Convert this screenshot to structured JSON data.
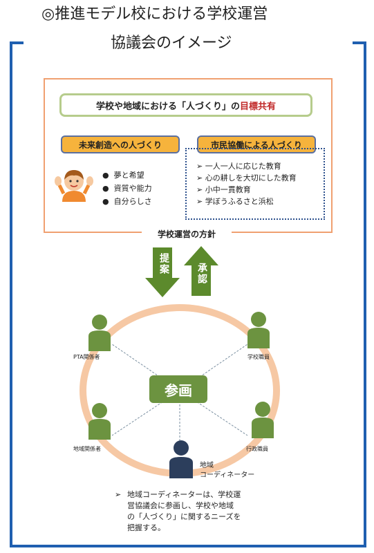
{
  "title": {
    "line1": "◎推進モデル校における学校運営",
    "line2": "協議会のイメージ"
  },
  "shared_goal": {
    "main": "学校や地域における「人づくり」の",
    "accent": "目標共有"
  },
  "left_panel": {
    "heading": "未来創造への人づくり",
    "bullets": [
      "夢と希望",
      "資質や能力",
      "自分らしさ"
    ]
  },
  "right_panel": {
    "heading": "市民協働による人づくり",
    "items": [
      "一人一人に応じた教育",
      "心の耕しを大切にした教育",
      "小中一貫教育",
      "学ぼうふるさと浜松"
    ]
  },
  "policy_label": "学校運営の方針",
  "arrows": {
    "down_label": "提案",
    "up_label": "承認"
  },
  "circle": {
    "center_label": "参画",
    "roles": {
      "pta": "PTA関係者",
      "staff": "学校職員",
      "local": "地域関係者",
      "admin": "行政職員",
      "coordinator_line1": "地域",
      "coordinator_line2": "コーディネーター"
    }
  },
  "note": {
    "bullet": "➢",
    "lines": [
      "地域コーディネーターは、学校運",
      "営協議会に参画し、学校や地域",
      "の「人づくり」に関するニーズを",
      "把握する。"
    ]
  },
  "colors": {
    "frame_blue": "#1f5fb0",
    "upper_border": "#f0a070",
    "goal_border": "#b6cc8c",
    "pill_fill": "#f6b33c",
    "arrow_green": "#5c8a2c",
    "ring": "#f6c8a4",
    "person_green": "#6c9340",
    "coordinator_navy": "#2c3e5c",
    "accent_red": "#c02828"
  },
  "icons": {
    "child": "child-illustration",
    "person": "person-icon"
  }
}
